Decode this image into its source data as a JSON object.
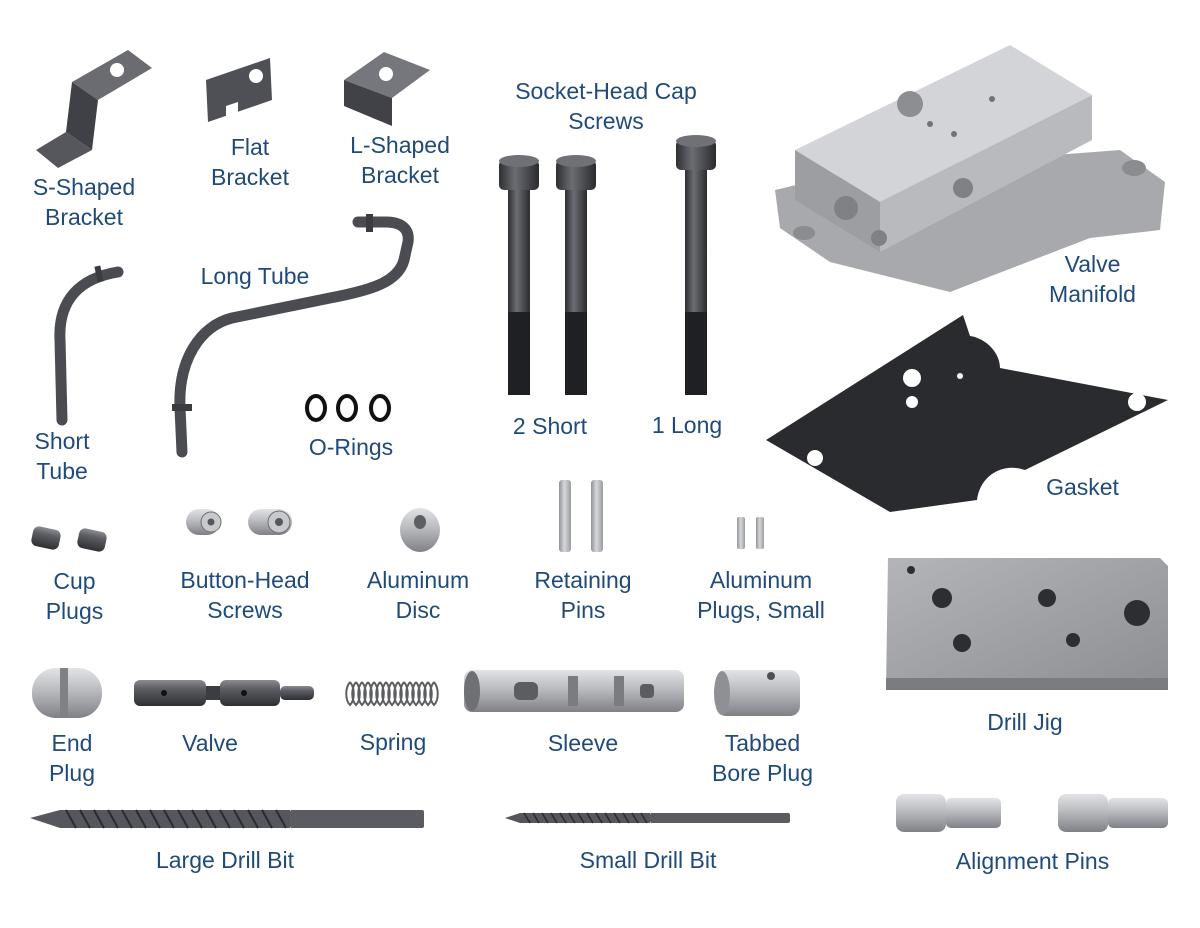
{
  "colors": {
    "label_text": "#1f4a7a",
    "background": "#ffffff",
    "dark_steel": "#4b4d52",
    "aluminum": "#bcbec2",
    "gasket": "#2a2b2e"
  },
  "parts": [
    {
      "id": "s-bracket",
      "label": "S-Shaped\nBracket"
    },
    {
      "id": "flat-bracket",
      "label": "Flat\nBracket"
    },
    {
      "id": "l-bracket",
      "label": "L-Shaped\nBracket"
    },
    {
      "id": "socket-screws",
      "label": "Socket-Head Cap\nScrews"
    },
    {
      "id": "valve-manifold",
      "label": "Valve\nManifold"
    },
    {
      "id": "long-tube",
      "label": "Long Tube"
    },
    {
      "id": "short-tube",
      "label": "Short\nTube"
    },
    {
      "id": "o-rings",
      "label": "O-Rings"
    },
    {
      "id": "screws-short",
      "label": "2 Short"
    },
    {
      "id": "screws-long",
      "label": "1 Long"
    },
    {
      "id": "gasket",
      "label": "Gasket"
    },
    {
      "id": "cup-plugs",
      "label": "Cup\nPlugs"
    },
    {
      "id": "button-screws",
      "label": "Button-Head\nScrews"
    },
    {
      "id": "aluminum-disc",
      "label": "Aluminum\nDisc"
    },
    {
      "id": "retaining-pins",
      "label": "Retaining\nPins"
    },
    {
      "id": "aluminum-plugs-small",
      "label": "Aluminum\nPlugs, Small"
    },
    {
      "id": "drill-jig",
      "label": "Drill Jig"
    },
    {
      "id": "end-plug",
      "label": "End\nPlug"
    },
    {
      "id": "valve",
      "label": "Valve"
    },
    {
      "id": "spring",
      "label": "Spring"
    },
    {
      "id": "sleeve",
      "label": "Sleeve"
    },
    {
      "id": "tabbed-bore-plug",
      "label": "Tabbed\nBore Plug"
    },
    {
      "id": "large-drill-bit",
      "label": "Large Drill Bit"
    },
    {
      "id": "small-drill-bit",
      "label": "Small Drill Bit"
    },
    {
      "id": "alignment-pins",
      "label": "Alignment Pins"
    }
  ]
}
